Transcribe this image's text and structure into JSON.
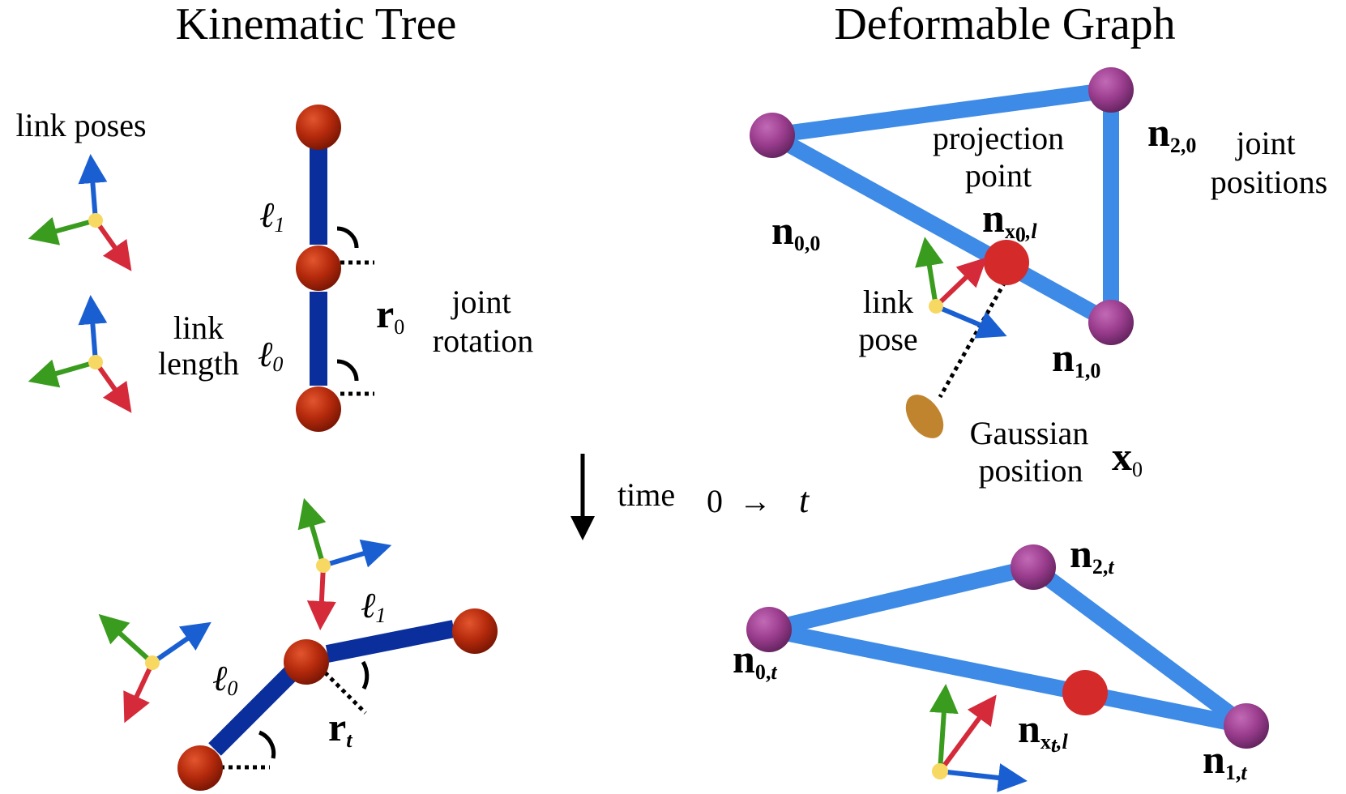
{
  "titles": {
    "kinematic": "Kinematic Tree",
    "deformable": "Deformable Graph"
  },
  "left": {
    "link_poses": "link poses",
    "link": "link",
    "length": "length",
    "l1": "ℓ",
    "l1_sub": "1",
    "l0": "ℓ",
    "l0_sub": "0",
    "r0": "r",
    "r0_sub": "0",
    "joint": "joint",
    "rotation": "rotation",
    "rt": "r",
    "rt_sub": "t"
  },
  "time": {
    "label": "time",
    "zero": "0",
    "arrow": "→",
    "t": "t"
  },
  "right": {
    "projection": "projection",
    "point": "point",
    "joint": "joint",
    "positions": "positions",
    "link": "link",
    "pose": "pose",
    "gaussian": "Gaussian",
    "position": "position",
    "n": "n",
    "x": "x",
    "sub_00": "0,0",
    "sub_10": "1,0",
    "sub_20": "2,0",
    "sub_x_main": "x",
    "sub_x0_num": "0",
    "sub_l": ",l",
    "sub_x0_gauss": "0",
    "sub_0t": "0,",
    "sub_1t": "1,",
    "sub_2t": "2,",
    "sub_t": "t",
    "sub_xt_t": "t"
  },
  "colors": {
    "dark_link": "#0a2e9c",
    "graph_edge": "#3d8be6",
    "joint_red": "#b52a0c",
    "node_purple": "#9b3d8e",
    "projection_red": "#d42a2a",
    "gaussian": "#c0842e",
    "axis_red": "#d42a3a",
    "axis_green": "#3a9c1e",
    "axis_blue": "#1a5fd1",
    "origin_yellow": "#f7d862"
  }
}
